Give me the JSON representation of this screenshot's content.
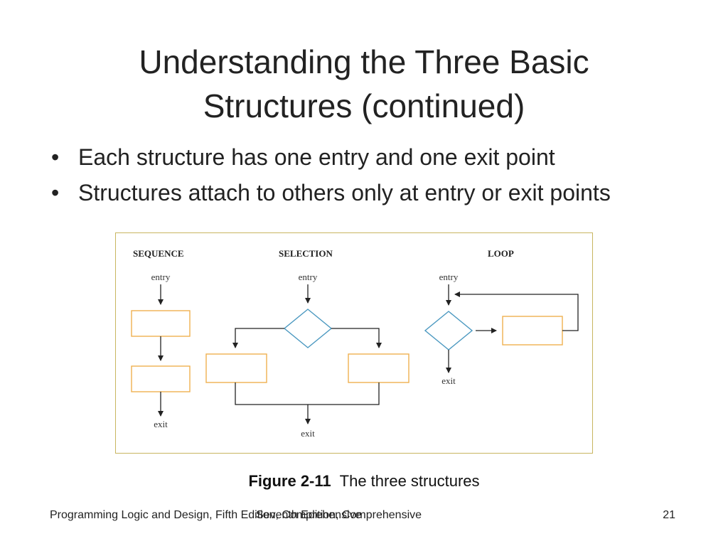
{
  "slide": {
    "title_line1": "Understanding the Three Basic",
    "title_line2": "Structures (continued)",
    "bullet_glyph": "•",
    "bullets": [
      "Each structure has one entry and one exit point",
      "Structures attach to others only at entry or exit points"
    ]
  },
  "figure": {
    "labels": {
      "sequence": "SEQUENCE",
      "selection": "SELECTION",
      "loop": "LOOP",
      "entry": "entry",
      "exit": "exit"
    },
    "colors": {
      "process_box": "#f0b050",
      "decision": "#4a98c0",
      "line": "#222222",
      "frame": "#c8b560"
    },
    "caption_number": "Figure 2-11",
    "caption_text": "The three structures"
  },
  "footer": {
    "left": "Programming Logic and Design, Fifth Edition, Comprehensive",
    "left_overlap": "Seventh Edition, Comprehensive",
    "page_number": "21"
  }
}
